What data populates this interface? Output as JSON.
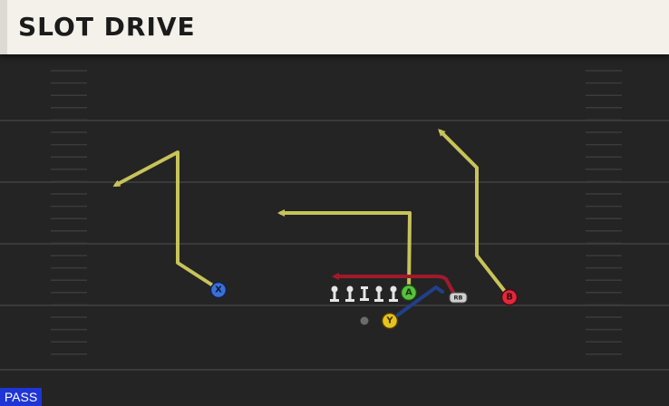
{
  "play": {
    "title": "SLOT DRIVE",
    "mode": "PASS"
  },
  "colors": {
    "route_primary": "#c7c35a",
    "route_block": "#a11a2c",
    "route_hot": "#213f8a",
    "button_x": "#3a6fd8",
    "button_a": "#57c23d",
    "button_b": "#e0293c",
    "button_y": "#e8c21c",
    "mode_badge": "#1f35d6"
  },
  "players": {
    "x": {
      "label": "X",
      "icon": "x-button-icon"
    },
    "a": {
      "label": "A",
      "icon": "a-button-icon"
    },
    "b": {
      "label": "B",
      "icon": "b-button-icon"
    },
    "y": {
      "label": "Y",
      "icon": "y-button-icon"
    },
    "rb": {
      "label": "RB",
      "icon": "rb-bumper-icon"
    }
  },
  "linemen": {
    "count": 5,
    "icon": "lineman-icon"
  },
  "qb": {
    "icon": "quarterback-dot-icon"
  },
  "routes": [
    {
      "receiver": "X",
      "type": "corner"
    },
    {
      "receiver": "A",
      "type": "out"
    },
    {
      "receiver": "B",
      "type": "fade"
    },
    {
      "receiver": "RB",
      "type": "block"
    },
    {
      "receiver": "Y",
      "type": "slant"
    }
  ]
}
